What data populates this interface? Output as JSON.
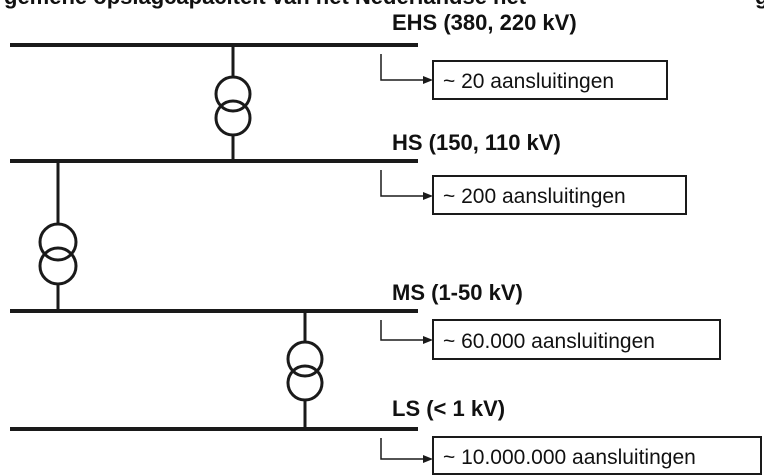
{
  "header_fragment": {
    "left": "gemene opslagcapaciteit van het Nederlandse net",
    "right": "g"
  },
  "levels": [
    {
      "bus_label": "EHS (380, 220 kV)",
      "connections": "~ 20 aansluitingen"
    },
    {
      "bus_label": "HS (150, 110 kV)",
      "connections": "~ 200 aansluitingen"
    },
    {
      "bus_label": "MS (1-50 kV)",
      "connections": "~ 60.000 aansluitingen"
    },
    {
      "bus_label": "LS (< 1 kV)",
      "connections": "~ 10.000.000 aansluitingen"
    }
  ],
  "colors": {
    "line": "#1a1a1a",
    "text": "#111111"
  }
}
